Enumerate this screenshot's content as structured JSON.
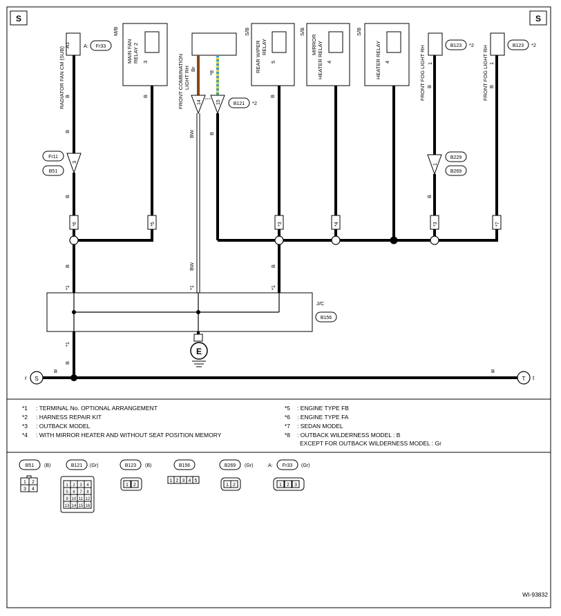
{
  "corner_left": "S",
  "corner_right": "S",
  "left_end": {
    "letter": "S",
    "side": "r"
  },
  "right_end": {
    "letter": "T",
    "side": "t"
  },
  "ground": "E",
  "jc": {
    "label": "J/C",
    "id": "B156"
  },
  "components": {
    "radiator_fan_cm": {
      "name": "RADIATOR FAN CM (SUB)",
      "pin": "A1",
      "conn_prefix": "A:",
      "conn": "Fr33"
    },
    "main_fan_relay": {
      "group": "M/B",
      "name": [
        "MAIN FAN",
        "RELAY 2"
      ],
      "pin": "3"
    },
    "front_comb_light": {
      "name": [
        "FRONT COMBINATION",
        "LIGHT RH"
      ],
      "conn": "B121",
      "conn_note": "*2"
    },
    "rear_wiper_relay": {
      "group": "S/B",
      "name": [
        "REAR WIPER",
        "RELAY"
      ],
      "pin": "5"
    },
    "mirror_heater_relay": {
      "group": "S/B",
      "name": [
        "MIRROR",
        "HEATER RELAY"
      ],
      "pin": "4"
    },
    "heater_relay": {
      "group": "S/B",
      "name": [
        "HEATER RELAY"
      ],
      "pin": "4"
    },
    "fog_light_1": {
      "name": "FRONT FOG LIGHT RH",
      "pin": "1",
      "conn": "B123",
      "conn_note": "*2"
    },
    "fog_light_2": {
      "name": "FRONT FOG LIGHT RH",
      "pin": "1",
      "conn": "B123",
      "conn_note": "*2"
    }
  },
  "connectors": {
    "fr11": "Fr11",
    "b51": "B51",
    "b229": "B229",
    "b269": "B269",
    "pin_3": "3",
    "pin_14": "14",
    "pin_15": "15",
    "pin_1": "1"
  },
  "wire_colors": {
    "b": "B",
    "br": "Br",
    "bw": "BW",
    "star8": "*8"
  },
  "notes": {
    "n1": "*3",
    "n2": "*4",
    "n3": "*5",
    "n4": "*6",
    "n5": "*7",
    "n6": "*1"
  },
  "legend_left": [
    {
      "key": "*1",
      "text": ": TERMINAL No. OPTIONAL ARRANGEMENT"
    },
    {
      "key": "*2",
      "text": ": HARNESS REPAIR KIT"
    },
    {
      "key": "*3",
      "text": ": OUTBACK MODEL"
    },
    {
      "key": "*4",
      "text": ": WITH MIRROR HEATER AND WITHOUT SEAT POSITION MEMORY"
    }
  ],
  "legend_right": [
    {
      "key": "*5",
      "text": ": ENGINE TYPE FB"
    },
    {
      "key": "*6",
      "text": ": ENGINE TYPE FA"
    },
    {
      "key": "*7",
      "text": ": SEDAN MODEL"
    },
    {
      "key": "*8",
      "text": ": OUTBACK WILDERNESS MODEL  : B"
    }
  ],
  "legend_right_cont": "EXCEPT FOR OUTBACK WILDERNESS MODEL  : Gr",
  "connector_views": [
    {
      "id": "B51",
      "color": "(B)",
      "pins": [
        "1",
        "2",
        "3",
        "4"
      ]
    },
    {
      "id": "B121",
      "color": "(Gr)",
      "pins": [
        "1",
        "2",
        "3",
        "4",
        "5",
        "6",
        "7",
        "8",
        "9",
        "10",
        "11",
        "12",
        "13",
        "14",
        "15",
        "16"
      ]
    },
    {
      "id": "B123",
      "color": "(B)",
      "pins": [
        "1",
        "2"
      ]
    },
    {
      "id": "B156",
      "color": "",
      "pins": [
        "1",
        "2",
        "3",
        "4",
        "5"
      ]
    },
    {
      "id": "B269",
      "color": "(Gr)",
      "pins": [
        "1",
        "2"
      ]
    },
    {
      "id": "Fr33",
      "prefix": "A:",
      "color": "(Gr)",
      "pins": [
        "1",
        "2",
        "3"
      ]
    }
  ],
  "figure_id": "WI-93832",
  "style": {
    "wire": "#000000",
    "br_wire": "#8B4513",
    "gr_dash": "#2e9fd6",
    "y_dash": "#e8d62a"
  }
}
